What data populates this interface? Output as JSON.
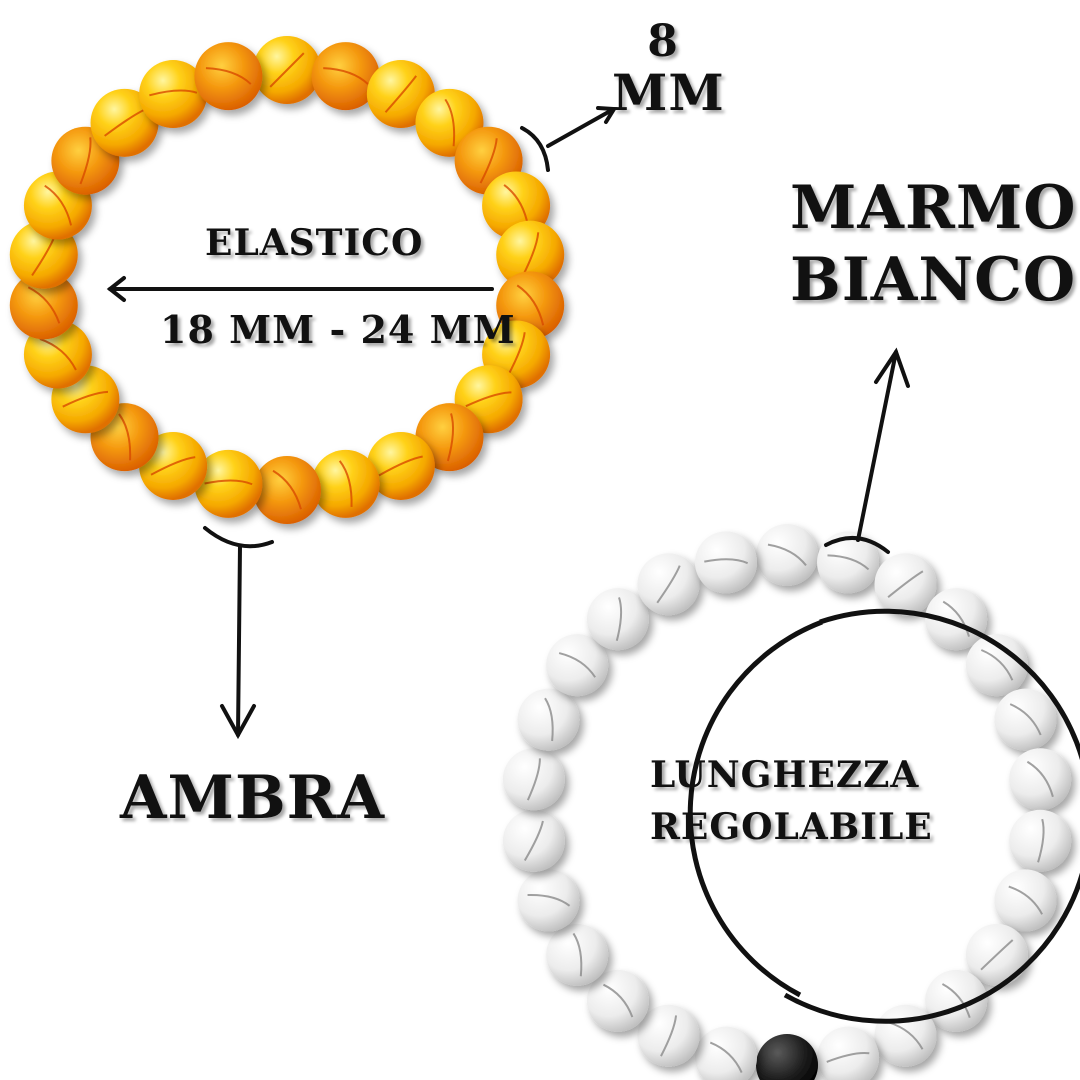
{
  "labels": {
    "size_number": "8",
    "size_unit": "MM",
    "marble_line1": "MARMO",
    "marble_line2": "BIANCO",
    "elastic": "ELASTICO",
    "range": "18 MM - 24 MM",
    "amber": "AMBRA",
    "adjustable_line1": "LUNGHEZZA",
    "adjustable_line2": "REGOLABILE"
  },
  "bracelets": {
    "amber": {
      "bead_colors": [
        "#f7c400",
        "#f0a000",
        "#e85a10"
      ]
    },
    "marble": {
      "bead_colors": [
        "#f2f2f2",
        "#d8d8d8",
        "#8a8a8a"
      ],
      "accent_bead_color": "#1a1a1a"
    }
  }
}
